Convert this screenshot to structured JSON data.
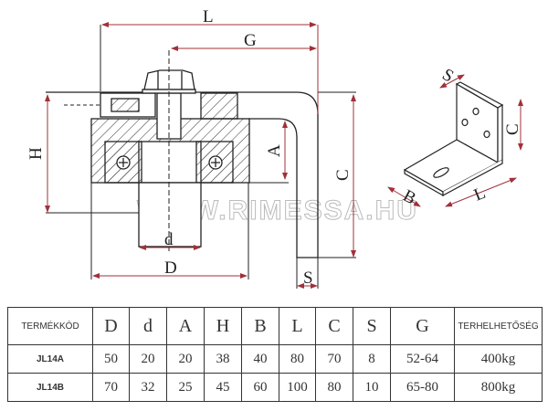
{
  "drawing": {
    "dimension_labels": {
      "L": "L",
      "G": "G",
      "H": "H",
      "A": "A",
      "C": "C",
      "d": "d",
      "D": "D",
      "S": "S",
      "iso_S": "S",
      "iso_C": "C",
      "iso_L": "L",
      "iso_B": "B"
    },
    "watermark": "WWW.RIMESSA.HU",
    "colors": {
      "line": "#222222",
      "dimension": "#a0303a"
    }
  },
  "table": {
    "headers": [
      "TERMÉKKÓD",
      "D",
      "d",
      "A",
      "H",
      "B",
      "L",
      "C",
      "S",
      "G",
      "TERHELHETŐSÉG"
    ],
    "rows": [
      [
        "JL14A",
        "50",
        "20",
        "20",
        "38",
        "40",
        "80",
        "70",
        "8",
        "52-64",
        "400kg"
      ],
      [
        "JL14B",
        "70",
        "32",
        "25",
        "45",
        "60",
        "100",
        "80",
        "10",
        "65-80",
        "800kg"
      ]
    ]
  }
}
